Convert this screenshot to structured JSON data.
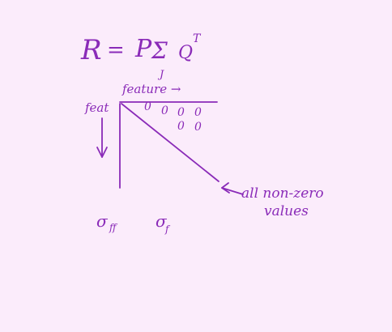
{
  "equation": {
    "lhs": "R",
    "equals": "=",
    "p": "P",
    "sigma": "Σ",
    "sigma_sub": "J",
    "q": "Q",
    "q_sup": "T"
  },
  "matrix": {
    "top_label": "feature →",
    "left_label": "feat",
    "zero_entry": "0"
  },
  "annotation": {
    "line1": "all non-zero",
    "line2": "values"
  },
  "bottom_labels": {
    "sigma_ff": "σ",
    "sigma_ff_sub": "ff",
    "sigma_f": "σ",
    "sigma_f_sub": "f"
  },
  "colors": {
    "background": "#fbecfb",
    "ink": "#8a2bb8"
  }
}
